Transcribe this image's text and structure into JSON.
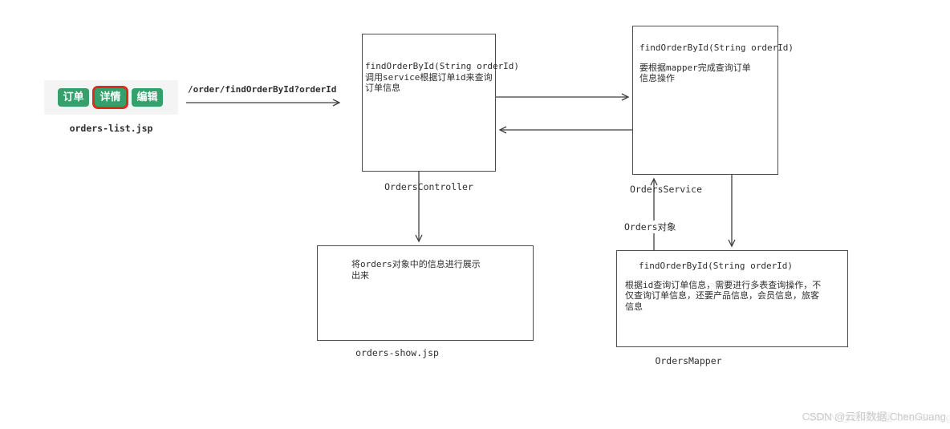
{
  "jsp_panel": {
    "buttons": [
      {
        "label": "订单",
        "highlighted": false
      },
      {
        "label": "详情",
        "highlighted": true
      },
      {
        "label": "编辑",
        "highlighted": false
      }
    ],
    "caption": "orders-list.jsp"
  },
  "request_arrow": {
    "label": "/order/findOrderById?orderId"
  },
  "controller": {
    "lines": [
      "findOrderById(String orderId)",
      "调用service根据订单id来查询",
      "订单信息"
    ],
    "caption": "OrdersController"
  },
  "service": {
    "signature": "findOrderById(String orderId)",
    "lines": [
      "要根据mapper完成查询订单",
      "信息操作"
    ],
    "caption": "OrdersService"
  },
  "show_jsp": {
    "lines": [
      "将orders对象中的信息进行展示",
      "出来"
    ],
    "caption": "orders-show.jsp"
  },
  "mapper": {
    "signature": "findOrderById(String orderId)",
    "lines": [
      "根据id查询订单信息，需要进行多表查询操作，不",
      "仅查询订单信息，还要产品信息，会员信息，旅客",
      "信息"
    ],
    "caption": "OrdersMapper"
  },
  "orders_object_label": "Orders对象",
  "watermark": "CSDN @云和数据.ChenGuang",
  "colors": {
    "button_green": "#35a06b",
    "highlight_red": "#e02a1d",
    "line_dark": "#3f3f3f",
    "watermark_gray": "#cbcbcb"
  }
}
